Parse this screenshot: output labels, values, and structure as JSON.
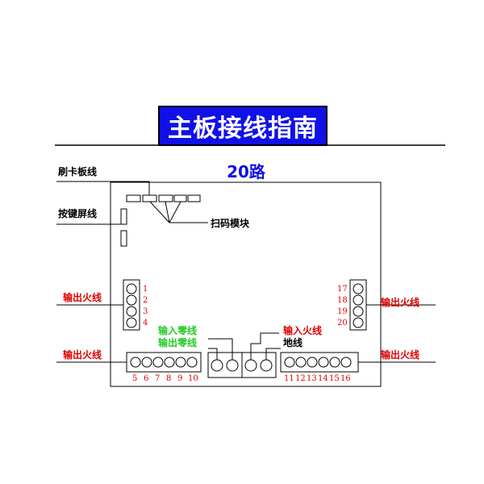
{
  "title": "主板接线指南",
  "circuit_count": "20路",
  "labels": {
    "card_reader_line": "刷卡板线",
    "keypad_line": "按键屏线",
    "scan_module": "扫码模块",
    "output_live_left_top": "输出火线",
    "output_live_left_bottom": "输出火线",
    "output_live_right_top": "输出火线",
    "output_live_right_bottom": "输出火线",
    "input_neutral": "输入零线",
    "output_neutral": "输出零线",
    "input_live": "输入火线",
    "ground": "地线"
  },
  "terminals": {
    "left_vertical": [
      "1",
      "2",
      "3",
      "4"
    ],
    "right_vertical": [
      "17",
      "18",
      "19",
      "20"
    ],
    "left_horizontal": [
      "5",
      "6",
      "7",
      "8",
      "9",
      "10"
    ],
    "right_horizontal": [
      "11",
      "12",
      "13",
      "14",
      "15",
      "16"
    ]
  },
  "colors": {
    "banner": "#1010e8",
    "terminal_numbers": "#e00000",
    "live_label": "#e00000",
    "neutral_label": "#22cc22",
    "line": "#000000"
  }
}
